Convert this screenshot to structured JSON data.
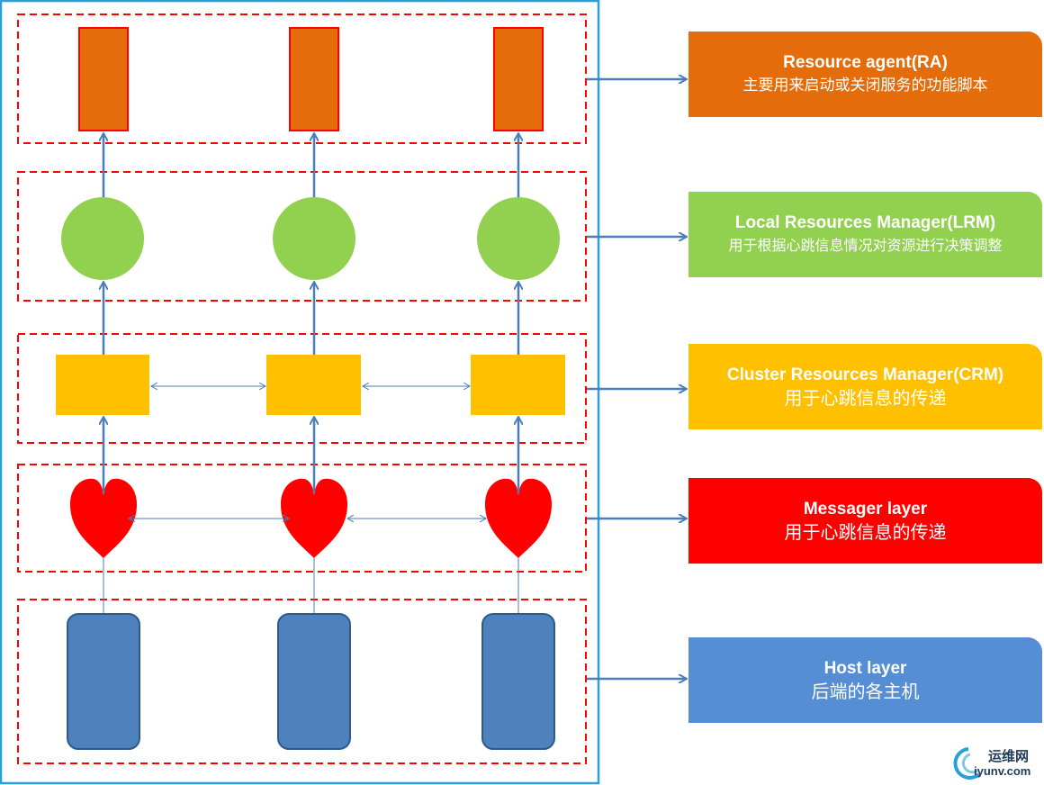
{
  "layers": [
    {
      "id": "ra",
      "title": "Resource agent(RA)",
      "desc": "主要用来启动或关闭服务的功能脚本"
    },
    {
      "id": "lrm",
      "title": "Local Resources Manager(LRM)",
      "desc": "用于根据心跳信息情况对资源进行决策调整"
    },
    {
      "id": "crm",
      "title": "Cluster Resources Manager(CRM)",
      "desc": "用于心跳信息的传递"
    },
    {
      "id": "msg",
      "title": "Messager layer",
      "desc": "用于心跳信息的传递"
    },
    {
      "id": "host",
      "title": "Host layer",
      "desc": "后端的各主机"
    }
  ],
  "colors": {
    "ra": "#e46c0a",
    "lrm": "#92d050",
    "crm": "#ffc000",
    "msg": "#ff0000",
    "host": "#4f81bd",
    "arrow": "#4a7ebb",
    "dash": "#ff0000",
    "frame": "#2aa0d8"
  },
  "watermark": {
    "cn": "运维网",
    "en": "iyunv.com"
  }
}
